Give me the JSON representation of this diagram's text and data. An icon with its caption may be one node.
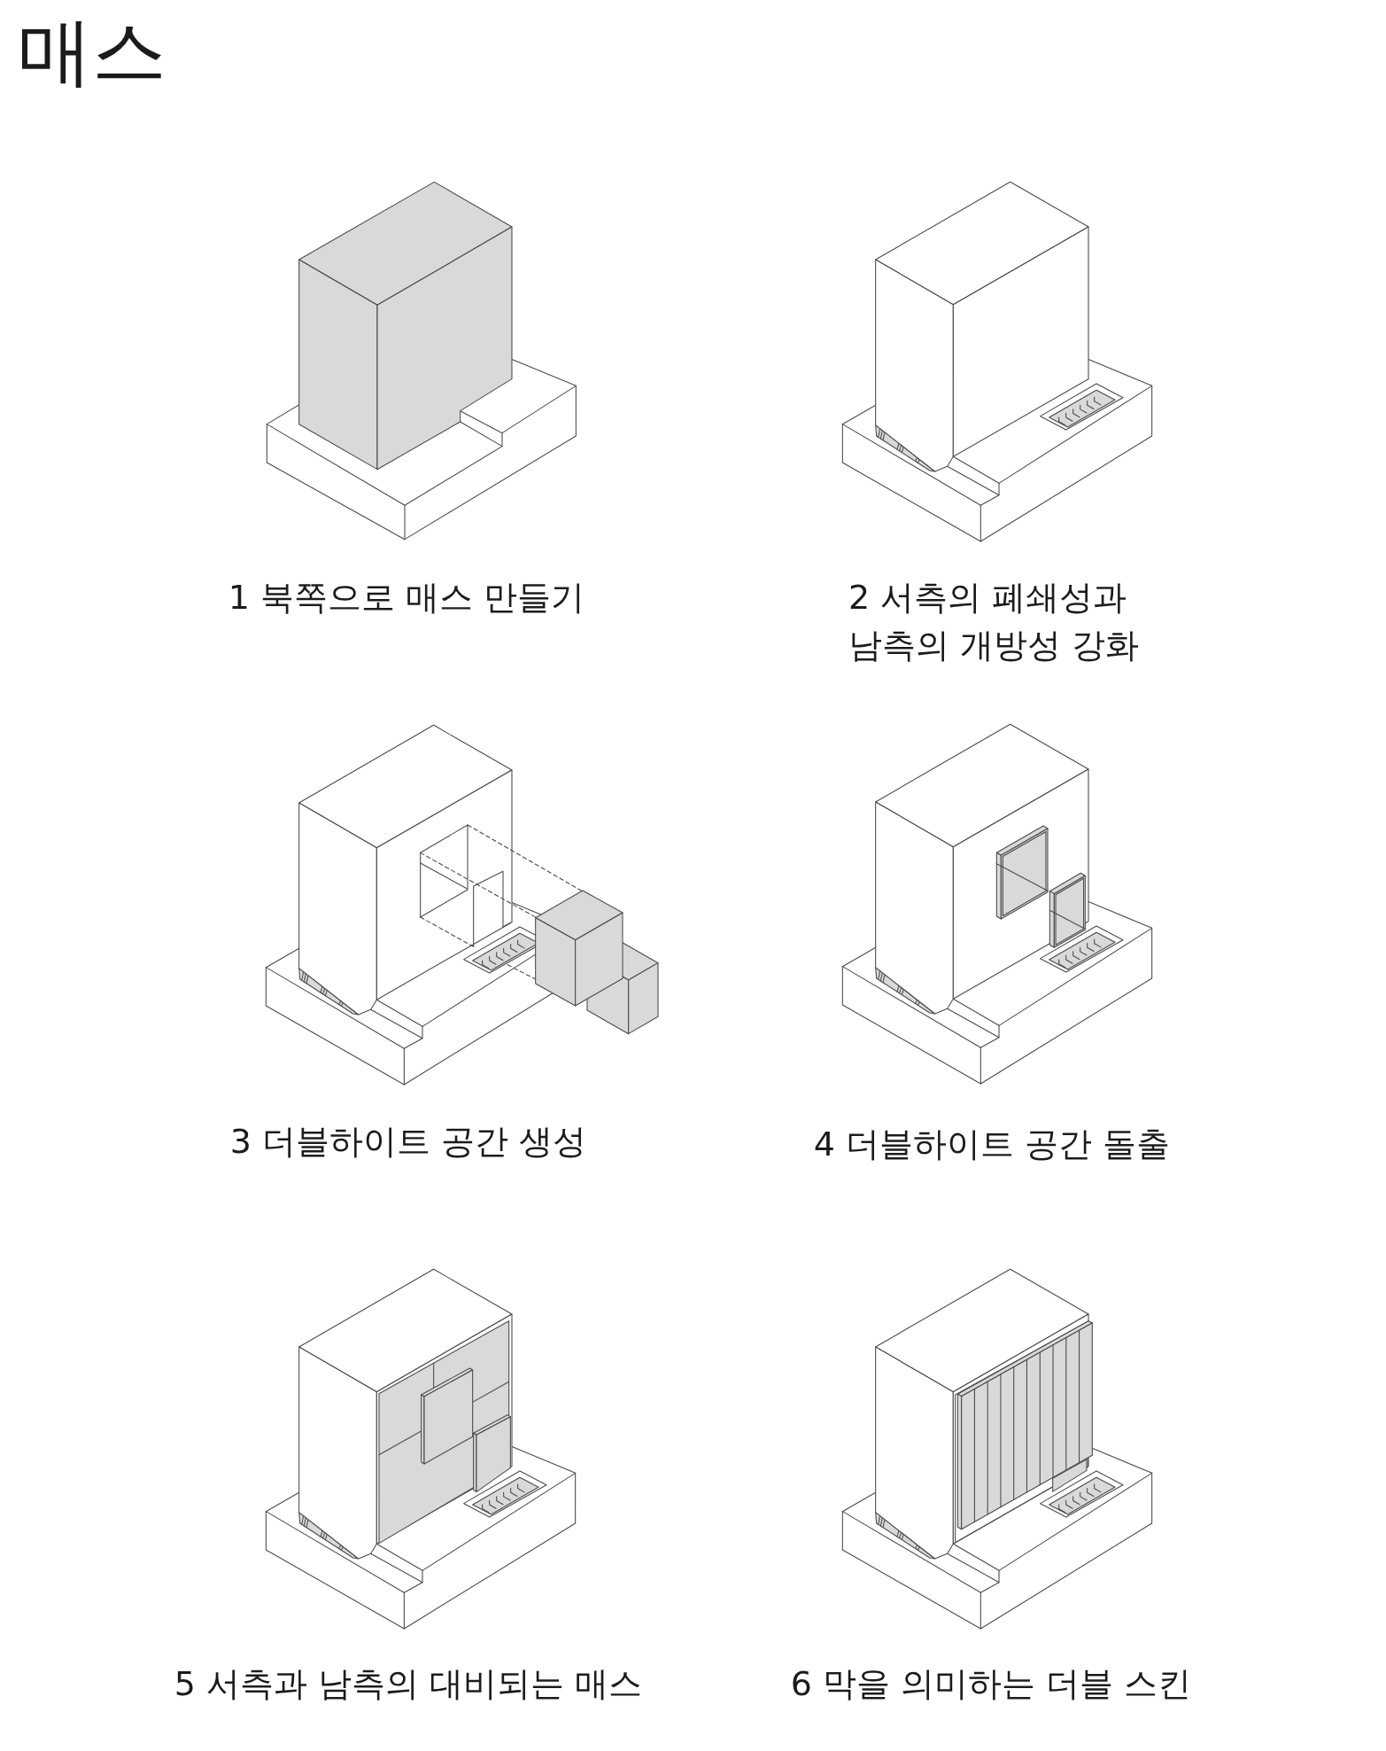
{
  "diagram": {
    "title": "매스",
    "labels": [
      "1 북쪽으로 매스 만들기",
      "2 서측의 폐쇄성과 남측의 개방성 강화",
      "3 더블하이트 공간 생성",
      "4 더블하이트 공간 돌출",
      "5 서측과 남측의 대비되는 매스",
      "6 막을 의미하는 더블 스킨"
    ]
  }
}
